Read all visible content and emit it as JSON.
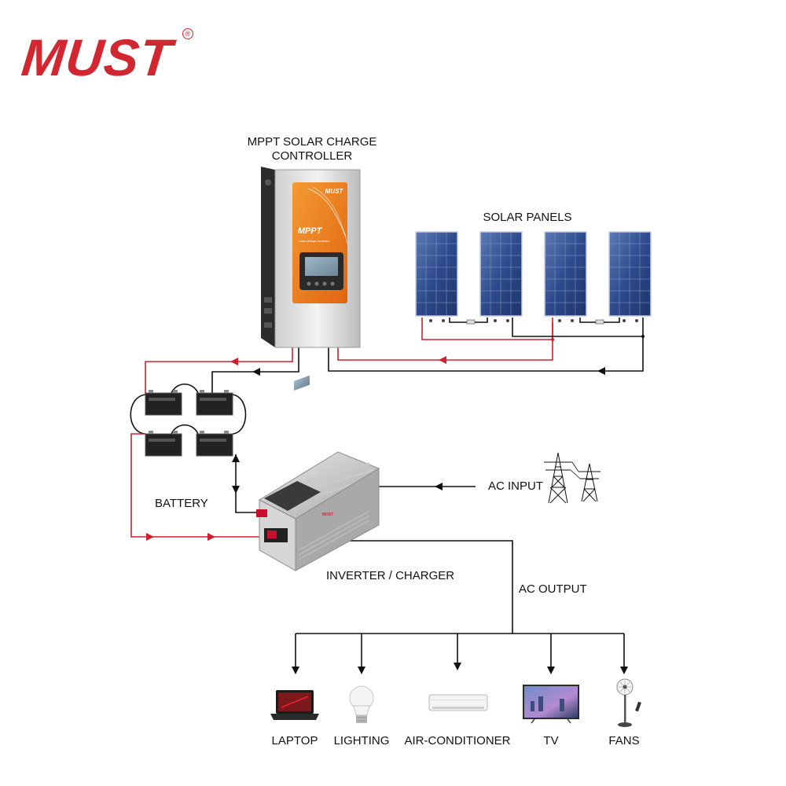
{
  "logo": {
    "text": "MUST",
    "reg": "®"
  },
  "labels": {
    "controller_line1": "MPPT SOLAR CHARGE",
    "controller_line2": "CONTROLLER",
    "solar_panels": "SOLAR PANELS",
    "battery": "BATTERY",
    "ac_input": "AC INPUT",
    "inverter": "INVERTER / CHARGER",
    "ac_output": "AC OUTPUT"
  },
  "controller_face": {
    "brand": "MUST",
    "model": "MPPT",
    "subtitle": "solar charge controller"
  },
  "inverter_face": {
    "brand": "MUST"
  },
  "loads": [
    {
      "label": "LAPTOP",
      "icon": "laptop-icon"
    },
    {
      "label": "LIGHTING",
      "icon": "light-bulb-icon"
    },
    {
      "label": "AIR-CONDITIONER",
      "icon": "air-conditioner-icon"
    },
    {
      "label": "TV",
      "icon": "tv-icon"
    },
    {
      "label": "FANS",
      "icon": "fan-icon"
    }
  ],
  "colors": {
    "positive_wire": "#d0202f",
    "negative_wire": "#111111",
    "brand_red": "#d22630",
    "controller_orange": "#ee7d1e"
  }
}
